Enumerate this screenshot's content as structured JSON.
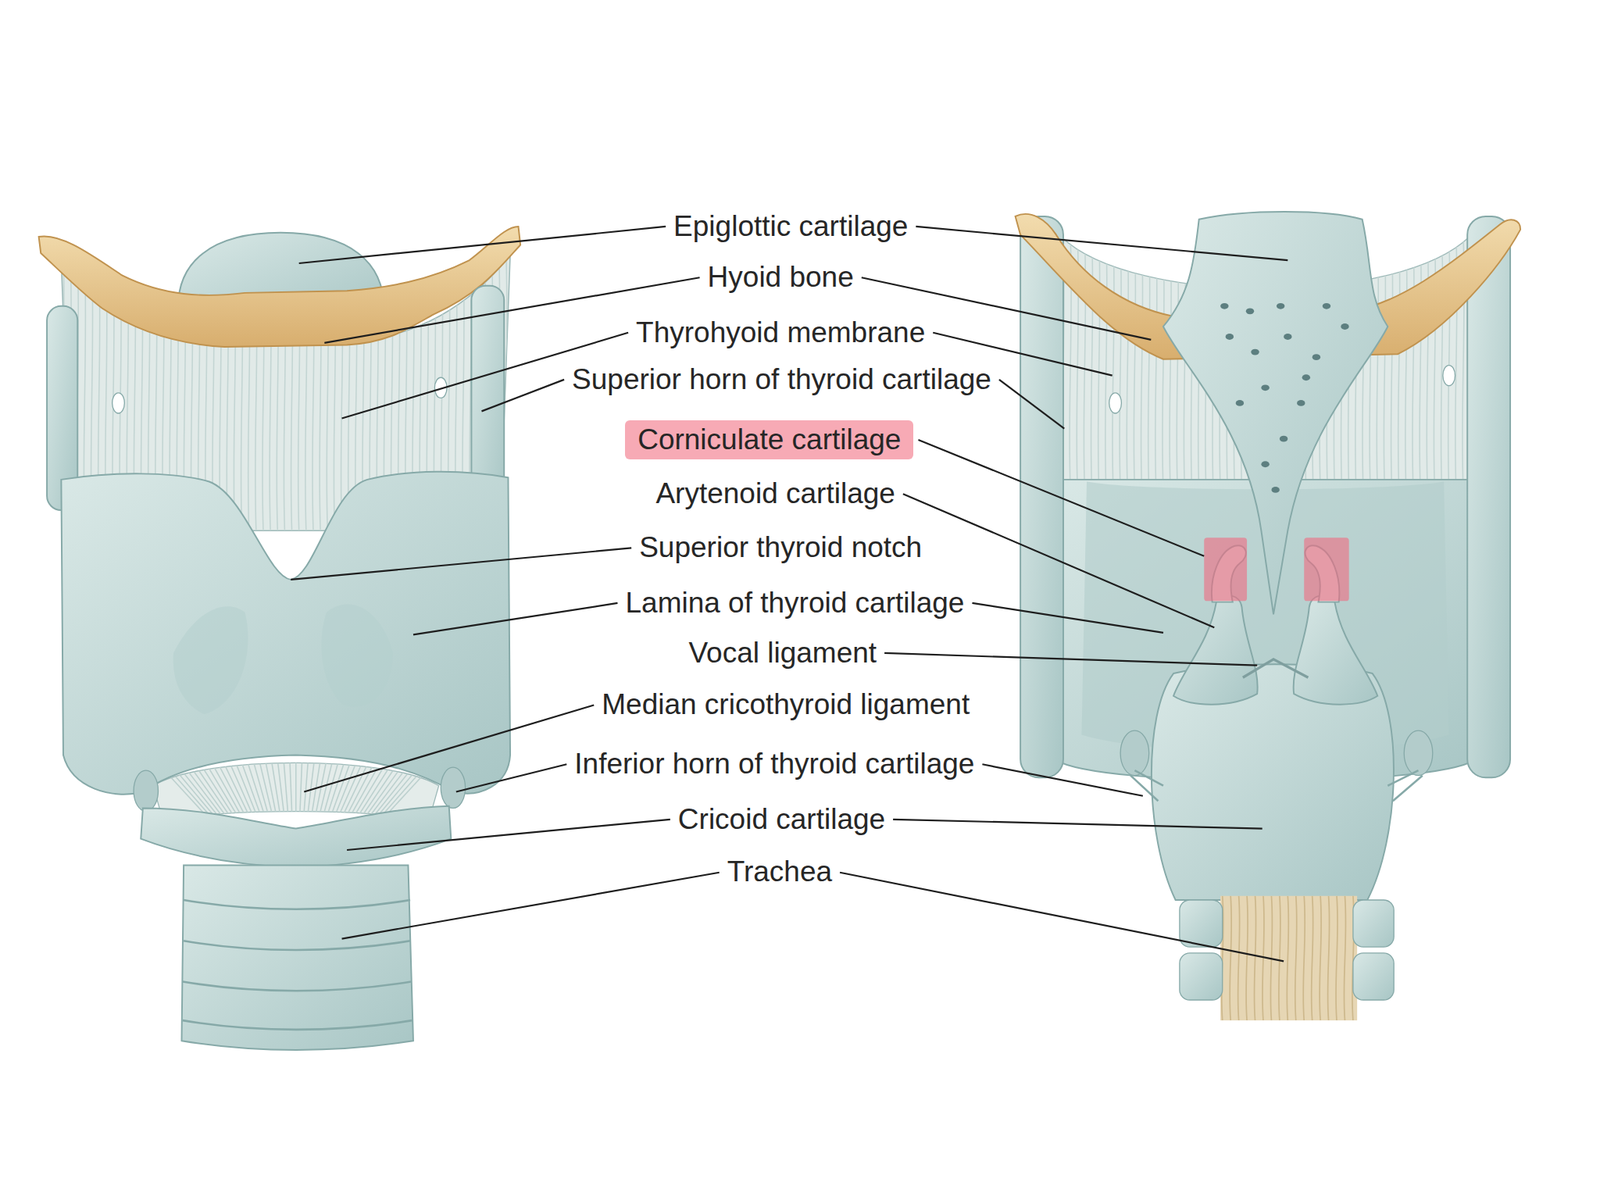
{
  "diagram": {
    "labels": [
      "Epiglottic cartilage",
      "Hyoid bone",
      "Thyrohyoid membrane",
      "Superior horn of thyroid cartilage",
      "Corniculate cartilage",
      "Arytenoid cartilage",
      "Superior thyroid notch",
      "Lamina of thyroid cartilage",
      "Vocal ligament",
      "Median cricothyroid ligament",
      "Inferior horn of thyroid cartilage",
      "Cricoid cartilage",
      "Trachea"
    ]
  }
}
